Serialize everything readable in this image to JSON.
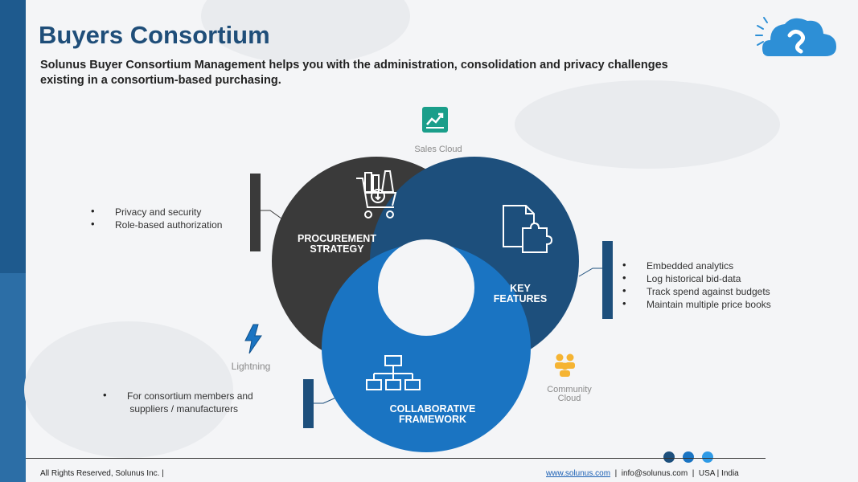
{
  "header": {
    "title": "Buyers Consortium",
    "subtitle": "Solunus Buyer Consortium Management helps you with the administration, consolidation and privacy challenges existing in a consortium-based purchasing."
  },
  "products": {
    "sales_cloud": "Sales Cloud",
    "lightning": "Lightning",
    "community_cloud_line1": "Community",
    "community_cloud_line2": "Cloud"
  },
  "circles": {
    "procurement": {
      "line1": "PROCUREMENT",
      "line2": "STRATEGY"
    },
    "key_features": {
      "line1": "KEY",
      "line2": "FEATURES"
    },
    "collaborative": {
      "line1": "COLLABORATIVE",
      "line2": "FRAMEWORK"
    }
  },
  "procurement_bullets": [
    "Privacy and security",
    "Role-based authorization"
  ],
  "features_bullets": [
    "Embedded analytics",
    "Log historical bid-data",
    "Track spend against budgets",
    "Maintain multiple price books"
  ],
  "collab_bullets": [
    "For consortium members and",
    " suppliers / manufacturers"
  ],
  "footer": {
    "left": "All Rights Reserved, Solunus Inc. |",
    "website": "www.solunus.com",
    "sep1": "  |  ",
    "email": "info@solunus.com",
    "sep2": "  |  ",
    "regions": "USA | India"
  },
  "colors": {
    "procurement": "#3a3a3a",
    "key_features": "#1d4f7c",
    "collaborative": "#1a74c2",
    "dot_1": "#1d4f7c",
    "dot_2": "#1a74c2",
    "dot_3": "#2e9ae6"
  }
}
